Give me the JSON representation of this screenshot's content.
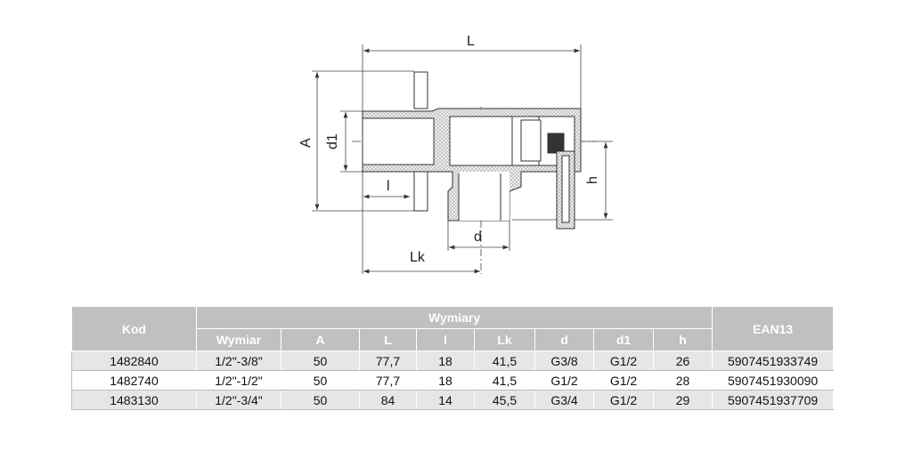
{
  "drawing": {
    "labels": {
      "L": "L",
      "A": "A",
      "d1": "d1",
      "l": "l",
      "d": "d",
      "Lk": "Lk",
      "h": "h"
    }
  },
  "table": {
    "header": {
      "kod": "Kod",
      "group": "Wymiary",
      "ean": "EAN13",
      "sub": [
        "Wymiar",
        "A",
        "L",
        "l",
        "Lk",
        "d",
        "d1",
        "h"
      ]
    },
    "rows": [
      {
        "kod": "1482840",
        "cells": [
          "1/2\"-3/8\"",
          "50",
          "77,7",
          "18",
          "41,5",
          "G3/8",
          "G1/2",
          "26"
        ],
        "ean": "5907451933749"
      },
      {
        "kod": "1482740",
        "cells": [
          "1/2\"-1/2\"",
          "50",
          "77,7",
          "18",
          "41,5",
          "G1/2",
          "G1/2",
          "28"
        ],
        "ean": "5907451930090"
      },
      {
        "kod": "1483130",
        "cells": [
          "1/2\"-3/4\"",
          "50",
          "84",
          "14",
          "45,5",
          "G3/4",
          "G1/2",
          "29"
        ],
        "ean": "5907451937709"
      }
    ]
  }
}
